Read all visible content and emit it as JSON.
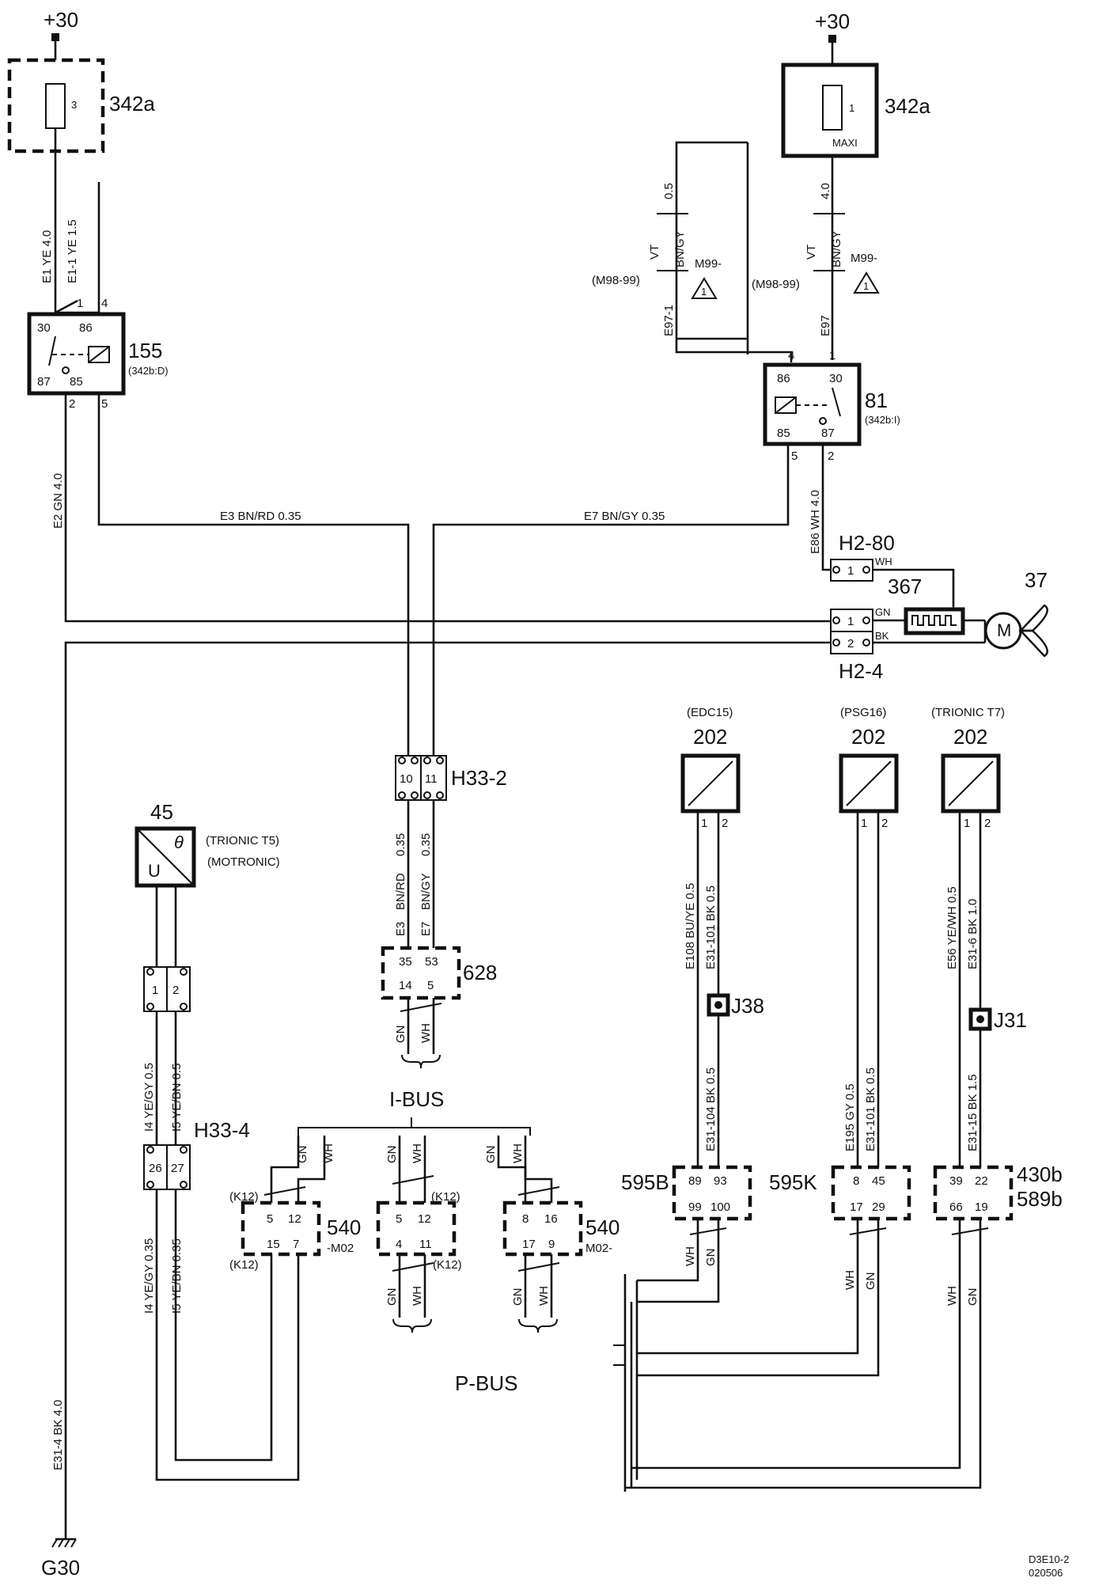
{
  "supply": {
    "left": "+30",
    "right": "+30"
  },
  "fuse_left": {
    "id": "342a",
    "number": "3"
  },
  "fuse_right": {
    "id": "342a",
    "number": "1",
    "type": "MAXI"
  },
  "relay155": {
    "id": "155",
    "ref": "(342b:D)",
    "pins": [
      "30",
      "86",
      "87",
      "85"
    ],
    "wire_ends": [
      "1",
      "4",
      "2",
      "5"
    ]
  },
  "relay81": {
    "id": "81",
    "ref": "(342b:I)",
    "pins": [
      "86",
      "30",
      "85",
      "87"
    ],
    "wire_ends": [
      "4",
      "1",
      "5",
      "2"
    ]
  },
  "wires": {
    "e1": "E1  YE  4.0",
    "e1_1": "E1-1  YE  1.5",
    "e2": "E2  GN  4.0",
    "e3": "E3  BN/RD  0.35",
    "e7": "E7  BN/GY  0.35",
    "e97_1": "E97-1",
    "e97": "E97",
    "e86": "E86  WH  4.0",
    "h33_2_gauge_left": "0.35",
    "h33_2_gauge_right": "0.35",
    "h33_2_color_left": "BN/RD",
    "h33_2_color_right": "BN/GY",
    "h33_2_id_left": "E3",
    "h33_2_id_right": "E7",
    "i4_top": "I4  YE/GY  0.5",
    "i5_top": "I5  YE/BN  0.5",
    "i4_bottom": "I4  YE/GY  0.35",
    "i5_bottom": "I5  YE/BN  0.35",
    "e108": "E108  BU/YE  0.5",
    "e31_101_a": "E31-101  BK  0.5",
    "e31_104": "E31-104  BK  0.5",
    "e195": "E195  GY  0.5",
    "e31_101_b": "E31-101  BK  0.5",
    "e56": "E56  YE/WH  0.5",
    "e31_6": "E31-6  BK  1.0",
    "e31_15": "E31-15  BK  1.5",
    "e31_4": "E31-4  BK  4.0"
  },
  "variant_left": {
    "gauge": "0.5",
    "color_a": "VT",
    "color_b": "BN/GY",
    "model": "(M98-99)",
    "model_b": "M99-",
    "note": "1"
  },
  "variant_right": {
    "gauge": "4.0",
    "color_a": "VT",
    "color_b": "BN/GY",
    "model": "(M98-99)",
    "model_b": "M99-",
    "note": "1"
  },
  "connectors": {
    "h2_80": {
      "id": "H2-80",
      "pin": "1",
      "color": "WH"
    },
    "h2_4": {
      "id": "H2-4",
      "pins": [
        "1",
        "2"
      ],
      "colors": [
        "GN",
        "BK"
      ]
    },
    "h33_2": {
      "id": "H33-2",
      "pins": [
        "10",
        "11"
      ]
    },
    "h33_4": {
      "id": "H33-4",
      "pins": [
        "26",
        "27"
      ]
    },
    "c45": {
      "pins": [
        "1",
        "2"
      ]
    },
    "j38": "J38",
    "j31": "J31"
  },
  "components": {
    "c367": "367",
    "c37": "37",
    "motor": "M",
    "c45": {
      "id": "45",
      "theta": "θ",
      "u": "U",
      "note1": "(TRIONIC T5)",
      "note2": "(MOTRONIC)"
    },
    "c628": {
      "id": "628",
      "pins": [
        "35",
        "53",
        "14",
        "5"
      ]
    },
    "c202a": {
      "id": "202",
      "note": "(EDC15)",
      "pins": [
        "1",
        "2"
      ]
    },
    "c202b": {
      "id": "202",
      "note": "(PSG16)",
      "pins": [
        "1",
        "2"
      ]
    },
    "c202c": {
      "id": "202",
      "note": "(TRIONIC T7)",
      "pins": [
        "1",
        "2"
      ]
    },
    "c540a": {
      "id": "540",
      "variant": "-M02",
      "pins": [
        "5",
        "12",
        "15",
        "7"
      ],
      "k12": "(K12)"
    },
    "c540b": {
      "pins": [
        "5",
        "12",
        "4",
        "11"
      ],
      "k12": "(K12)"
    },
    "c540c": {
      "id": "540",
      "variant": "M02-",
      "pins": [
        "8",
        "16",
        "17",
        "9"
      ]
    },
    "c595b": {
      "id": "595B",
      "pins": [
        "89",
        "93",
        "99",
        "100"
      ]
    },
    "c595k": {
      "id": "595K",
      "pins": [
        "8",
        "45",
        "17",
        "29"
      ]
    },
    "c430b": {
      "id": "430b",
      "id2": "589b",
      "pins": [
        "39",
        "22",
        "66",
        "19"
      ]
    }
  },
  "bus": {
    "ibus": "I-BUS",
    "pbus": "P-BUS",
    "gn": "GN",
    "wh": "WH"
  },
  "ground": "G30",
  "footer": {
    "code": "D3E10-2",
    "date": "020506"
  }
}
